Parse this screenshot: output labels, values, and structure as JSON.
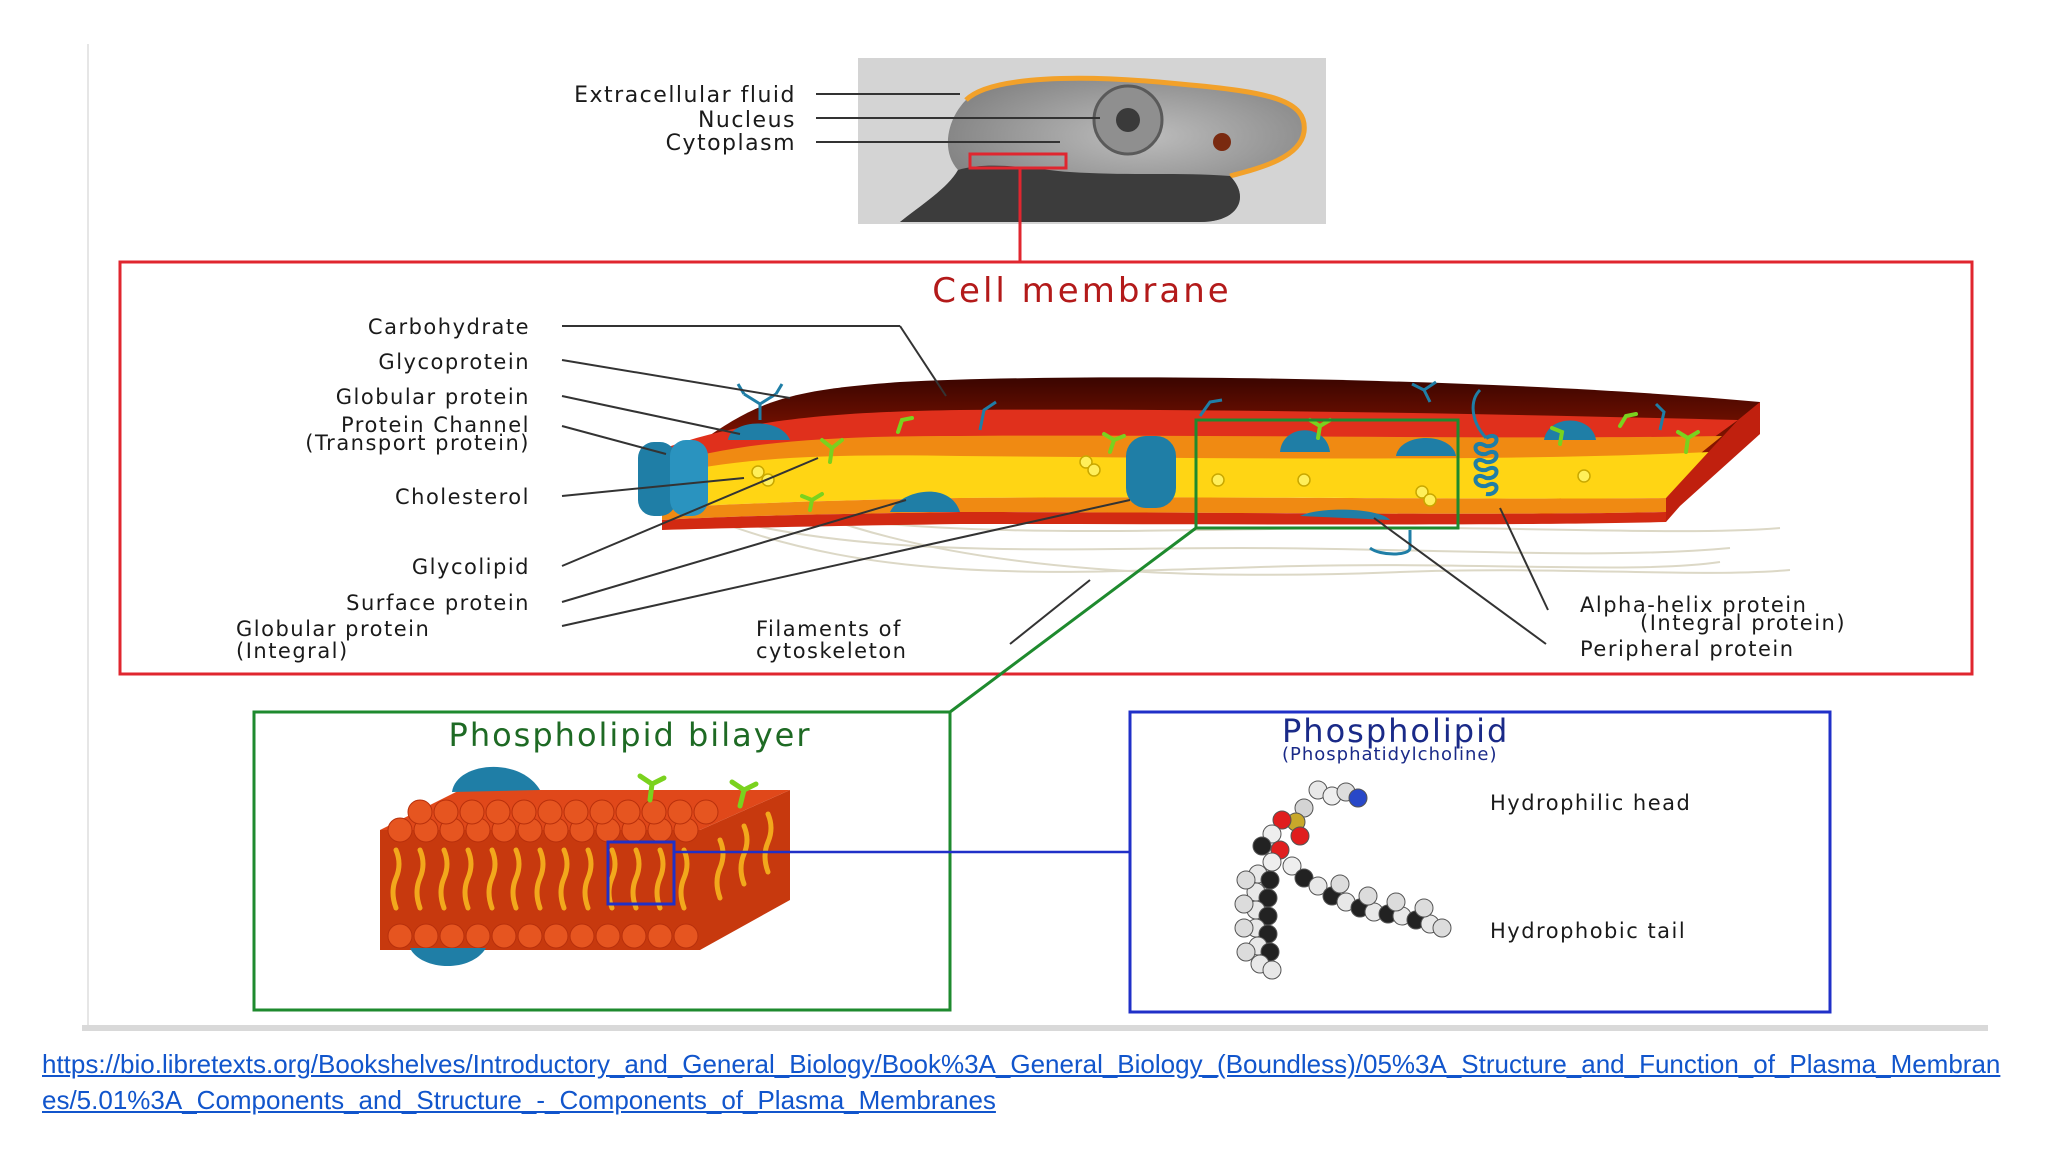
{
  "colors": {
    "red_frame": "#e0262f",
    "green_frame": "#1e8a2e",
    "blue_frame": "#2030c8",
    "membrane_outer": "#7a1200",
    "membrane_red": "#e0301c",
    "membrane_orange": "#f08a12",
    "membrane_yellow": "#ffd514",
    "protein_teal": "#1f7ea6",
    "link_blue": "#1155cc"
  },
  "cell": {
    "labels": [
      "Extracellular fluid",
      "Nucleus",
      "Cytoplasm"
    ]
  },
  "membrane": {
    "title": "Cell membrane",
    "left_labels": [
      "Carbohydrate",
      "Glycoprotein",
      "Globular protein",
      "Protein Channel",
      "(Transport protein)",
      "Cholesterol",
      "Glycolipid",
      "Surface protein",
      "Globular protein",
      "(Integral)"
    ],
    "filaments_label": [
      "Filaments of",
      "cytoskeleton"
    ],
    "right_labels": [
      "Alpha-helix protein",
      "(Integral protein)",
      "Peripheral protein"
    ]
  },
  "bilayer": {
    "title": "Phospholipid bilayer"
  },
  "phospholipid": {
    "title": "Phospholipid",
    "subtitle": "(Phosphatidylcholine)",
    "head_label": "Hydrophilic head",
    "tail_label": "Hydrophobic tail"
  },
  "source": {
    "url": "https://bio.libretexts.org/Bookshelves/Introductory_and_General_Biology/Book%3A_General_Biology_(Boundless)/05%3A_Structure_and_Function_of_Plasma_Membranes/5.01%3A_Components_and_Structure_-_Components_of_Plasma_Membranes"
  }
}
